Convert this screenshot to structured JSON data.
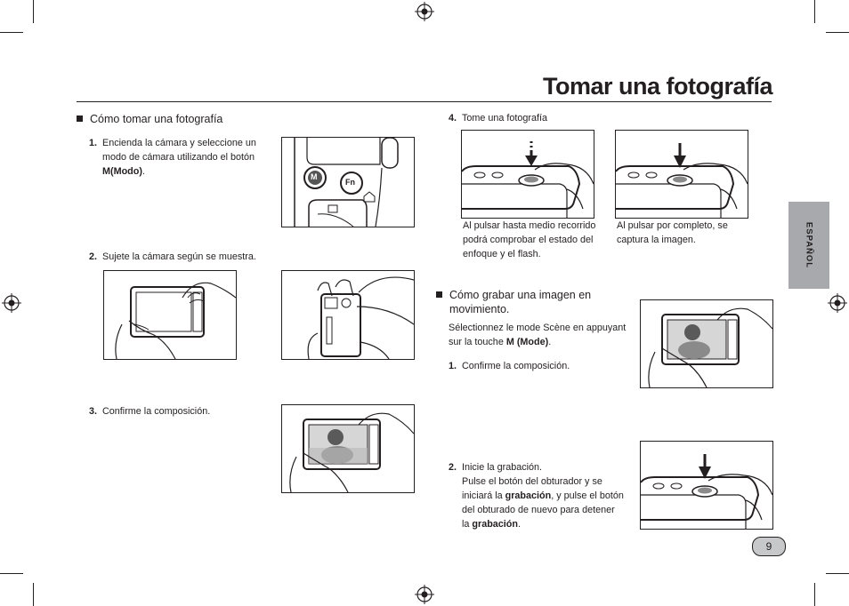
{
  "page": {
    "title": "Tomar una fotografía",
    "language_tab": "ESPAÑOL",
    "page_number": "9"
  },
  "left": {
    "section_heading": "Cómo tomar una fotografía",
    "steps": [
      {
        "num": "1.",
        "lines": [
          "Encienda la cámara y seleccione un",
          "modo de cámara utilizando el botón"
        ],
        "bold_line": "M(Modo)",
        "bold_suffix": "."
      },
      {
        "num": "2.",
        "text": "Sujete la cámara según se muestra."
      },
      {
        "num": "3.",
        "text": "Confirme la composición."
      }
    ],
    "mode_button_letters": {
      "m": "M",
      "fn": "Fn"
    }
  },
  "right": {
    "step4": {
      "num": "4.",
      "text": "Tome una fotografía"
    },
    "caption_half": [
      "Al pulsar hasta medio recorrido",
      "podrá comprobar el estado del",
      "enfoque y el flash."
    ],
    "caption_full": [
      "Al pulsar por completo, se",
      "captura la imagen."
    ],
    "movie_heading": [
      "Cómo grabar una imagen en",
      "movimiento."
    ],
    "movie_intro_lines": [
      "Sélectionnez le mode Scène en appuyant"
    ],
    "movie_intro_prefix": "sur la touche ",
    "movie_intro_bold": "M (Mode)",
    "movie_intro_suffix": ".",
    "movie_steps": [
      {
        "num": "1.",
        "text": "Confirme la composición."
      },
      {
        "num": "2.",
        "line1": "Inicie la grabación.",
        "line2": "Pulse el botón del obturador y se",
        "line3_prefix": "iniciará la ",
        "line3_bold": "grabación",
        "line3_suffix": ", y pulse el botón",
        "line4": "del obturado de nuevo para detener",
        "line5_prefix": "la ",
        "line5_bold": "grabación",
        "line5_suffix": "."
      }
    ]
  }
}
